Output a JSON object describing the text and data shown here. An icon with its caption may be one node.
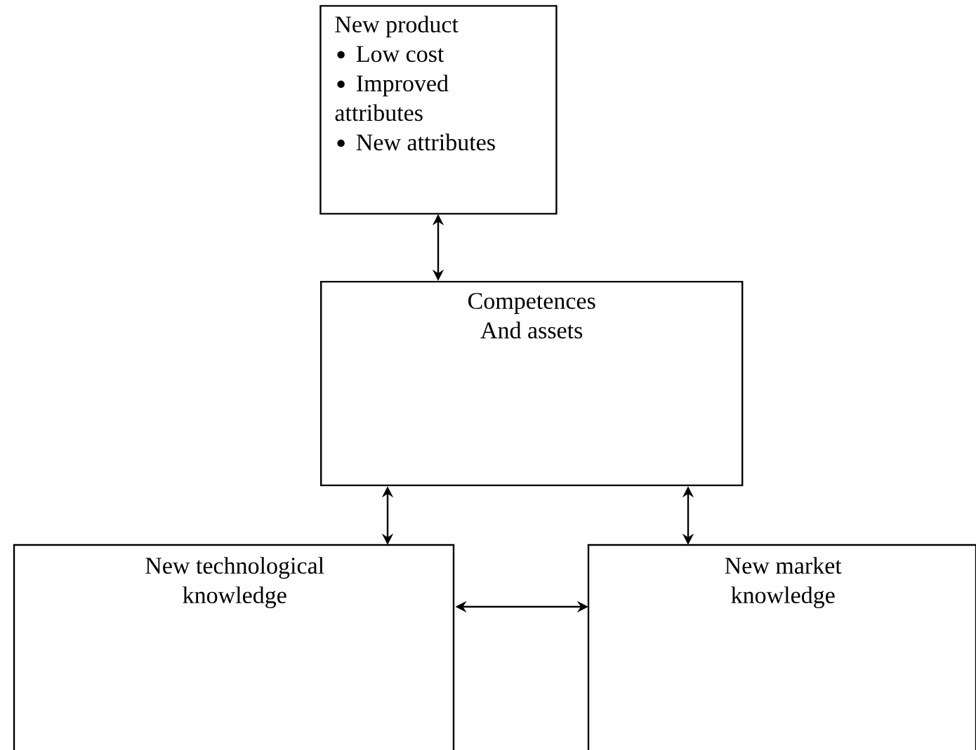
{
  "diagram": {
    "nodes": [
      {
        "text": [
          "New product",
          "Low cost",
          "Improved attributes",
          "New attributes"
        ]
      },
      {
        "text": [
          "Competences And assets"
        ]
      },
      {
        "text": [
          "New technological knowledge"
        ]
      },
      {
        "text": [
          "New market knowledge"
        ]
      }
    ],
    "edges": [
      {
        "from": 0,
        "to": 1,
        "arrow": "both"
      },
      {
        "from": 1,
        "to": 2,
        "arrow": "both"
      },
      {
        "from": 1,
        "to": 3,
        "arrow": "both"
      },
      {
        "from": 2,
        "to": 3,
        "arrow": "both"
      }
    ]
  }
}
